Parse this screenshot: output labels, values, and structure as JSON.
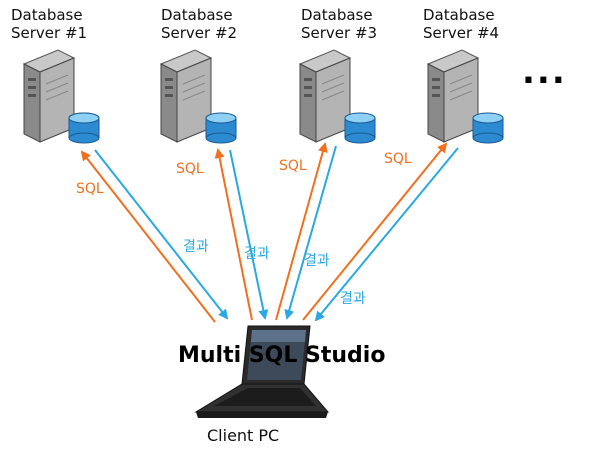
{
  "servers": [
    {
      "line1": "Database",
      "line2": "Server #1"
    },
    {
      "line1": "Database",
      "line2": "Server #2"
    },
    {
      "line1": "Database",
      "line2": "Server #3"
    },
    {
      "line1": "Database",
      "line2": "Server #4"
    }
  ],
  "more": "...",
  "edges": {
    "sql_label": "SQL",
    "result_label": "결과"
  },
  "client": {
    "app_name": "Multi SQL Studio",
    "label": "Client PC"
  },
  "colors": {
    "sql": "#f07020",
    "result": "#2aa8e0"
  }
}
